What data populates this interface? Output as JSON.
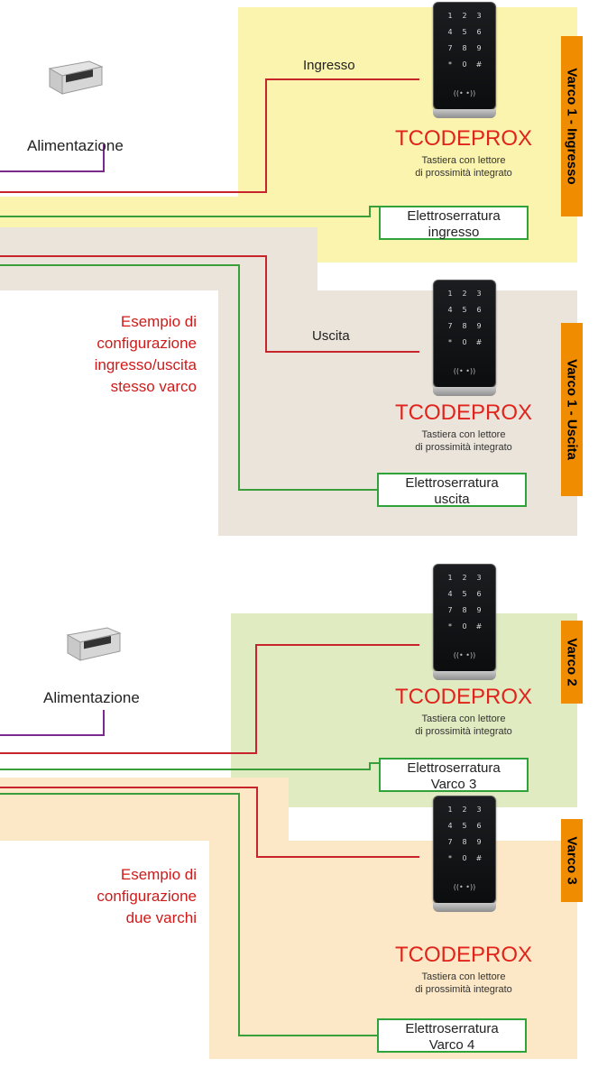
{
  "colors": {
    "zone_1_ingresso": "#fbf4ae",
    "zone_1_uscita": "#ebe4db",
    "zone_2": "#e0ebc2",
    "zone_3": "#fce8c6",
    "wire_data": "#c8242b",
    "wire_lock": "#3a9e3a",
    "wire_power": "#7a2a8e",
    "accent_red": "#e0241c",
    "tag_orange": "#f08c00"
  },
  "keypad": {
    "keys": [
      "1",
      "2",
      "3",
      "4",
      "5",
      "6",
      "7",
      "8",
      "9",
      "*",
      "0",
      "#"
    ],
    "prox_symbol": "((• •))"
  },
  "sections": [
    {
      "tag": "Varco 1 - Ingresso",
      "product_title": "TCODEPROX",
      "product_desc_line1": "Tastiera con lettore",
      "product_desc_line2": "di prossimità integrato",
      "wire_label": "Ingresso",
      "lock_line1": "Elettroserratura",
      "lock_line2": "ingresso"
    },
    {
      "tag": "Varco 1 - Uscita",
      "product_title": "TCODEPROX",
      "product_desc_line1": "Tastiera con lettore",
      "product_desc_line2": "di prossimità integrato",
      "wire_label": "Uscita",
      "lock_line1": "Elettroserratura",
      "lock_line2": "uscita"
    },
    {
      "tag": "Varco 2",
      "product_title": "TCODEPROX",
      "product_desc_line1": "Tastiera con lettore",
      "product_desc_line2": "di prossimità integrato",
      "lock_line1": "Elettroserratura",
      "lock_line2": "Varco 3"
    },
    {
      "tag": "Varco 3",
      "product_title": "TCODEPROX",
      "product_desc_line1": "Tastiera con lettore",
      "product_desc_line2": "di prossimità integrato",
      "lock_line1": "Elettroserratura",
      "lock_line2": "Varco 4"
    }
  ],
  "power_supplies": [
    {
      "label": "Alimentazione"
    },
    {
      "label": "Alimentazione"
    }
  ],
  "examples": [
    {
      "lines": [
        "Esempio di",
        "configurazione",
        "ingresso/uscita",
        "stesso varco"
      ]
    },
    {
      "lines": [
        "Esempio di",
        "configurazione",
        "due varchi"
      ]
    }
  ]
}
